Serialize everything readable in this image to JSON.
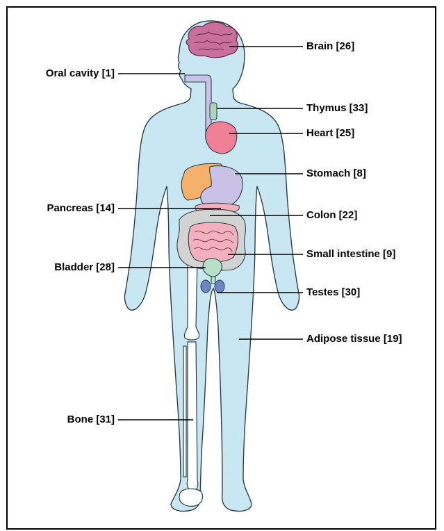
{
  "colors": {
    "body": "#c9e6f3",
    "outline": "#2c3e4a",
    "brain": "#c96f9b",
    "heart": "#ee8195",
    "liver": "#f5b06c",
    "stomach": "#c9c1e6",
    "esophagus": "#c9c1e6",
    "thymus": "#a9d7b8",
    "small_intestine": "#f2b1bd",
    "colon": "#d3d3d3",
    "bladder": "#b7dfca",
    "testes": "#6b86c2",
    "bone": "#ffffff"
  },
  "labels": {
    "left": [
      {
        "id": "oral-cavity",
        "text": "Oral cavity [1]"
      },
      {
        "id": "pancreas",
        "text": "Pancreas [14]"
      },
      {
        "id": "bladder",
        "text": "Bladder [28]"
      },
      {
        "id": "bone",
        "text": "Bone [31]"
      }
    ],
    "right": [
      {
        "id": "brain",
        "text": "Brain [26]"
      },
      {
        "id": "thymus",
        "text": "Thymus [33]"
      },
      {
        "id": "heart",
        "text": "Heart [25]"
      },
      {
        "id": "stomach",
        "text": "Stomach [8]"
      },
      {
        "id": "colon",
        "text": "Colon [22]"
      },
      {
        "id": "small-intestine",
        "text": "Small intestine [9]"
      },
      {
        "id": "testes",
        "text": "Testes [30]"
      },
      {
        "id": "adipose-tissue",
        "text": "Adipose tissue [19]"
      }
    ]
  }
}
